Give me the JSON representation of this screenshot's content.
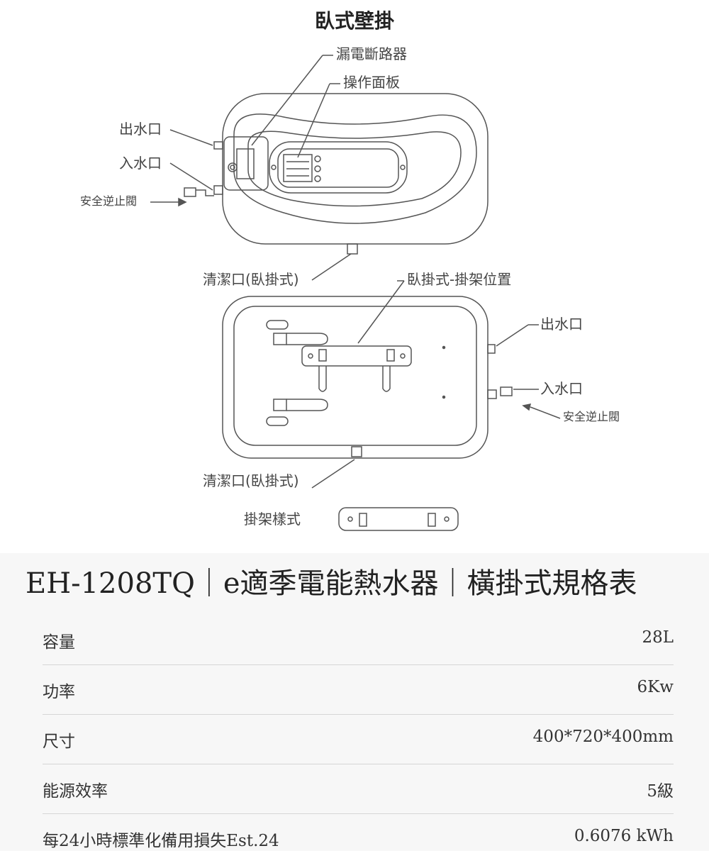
{
  "diagram": {
    "title": "臥式壁掛",
    "labels": {
      "leakage_breaker": "漏電斷路器",
      "control_panel": "操作面板",
      "outlet_top": "出水口",
      "inlet_top": "入水口",
      "valve_top": "安全逆止閥",
      "drain_top": "清潔口(臥掛式)",
      "bracket_position": "臥掛式-掛架位置",
      "outlet_bottom": "出水口",
      "inlet_bottom": "入水口",
      "valve_bottom": "安全逆止閥",
      "drain_bottom": "清潔口(臥掛式)",
      "bracket_style": "掛架樣式"
    }
  },
  "spec": {
    "title": "EH-1208TQ｜e適季電能熱水器｜橫掛式規格表",
    "rows": [
      {
        "key": "容量",
        "value": "28L"
      },
      {
        "key": "功率",
        "value": "6Kw"
      },
      {
        "key": "尺寸",
        "value": "400*720*400mm"
      },
      {
        "key": "能源效率",
        "value": "5級"
      },
      {
        "key": "每24小時標準化備用損失Est.24",
        "value": "0.6076 kWh"
      }
    ]
  }
}
